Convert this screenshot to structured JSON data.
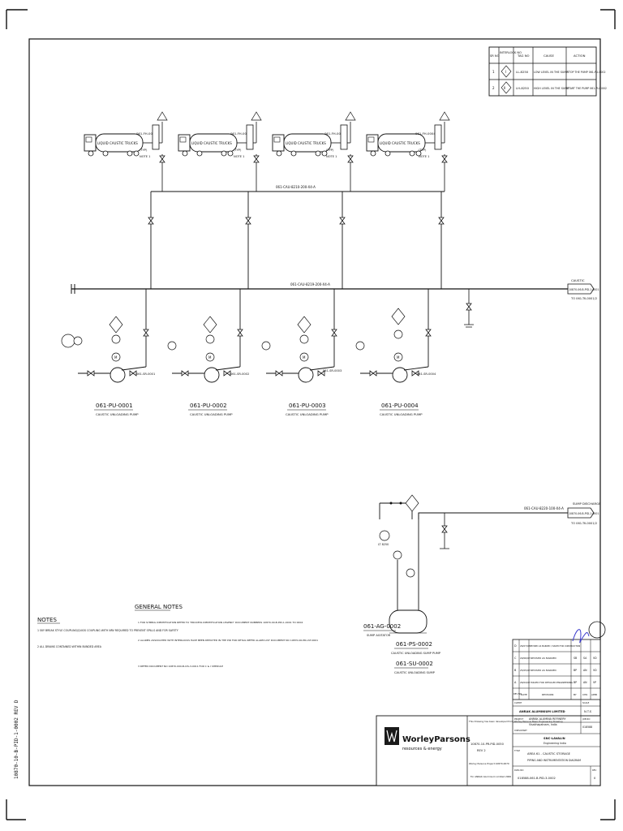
{
  "interlock_table": {
    "headers": [
      "SR NO",
      "INTERLOCK NO",
      "TAG NO",
      "CAUSE",
      "ACTION"
    ],
    "rows": [
      {
        "sr": "1",
        "interlock": "I",
        "tag": "LL-8250",
        "cause": "LOW LEVEL IN THE SUMP",
        "action": "STOP THE PUMP 061-PU-0002"
      },
      {
        "sr": "2",
        "interlock": "II",
        "tag": "LH-8250",
        "cause": "HIGH LEVEL IN THE SUMP",
        "action": "START THE PUMP 061-PU-0002"
      }
    ]
  },
  "trucks": [
    {
      "label": "LIQUID CAUSTIC TRUCKS",
      "hose_tag": "061-FH-0001",
      "typ": "(TYP)",
      "note": "NOTE 1"
    },
    {
      "label": "LIQUID CAUSTIC TRUCKS",
      "hose_tag": "061-FH-0002",
      "typ": "(TYP)",
      "note": "NOTE 1"
    },
    {
      "label": "LIQUID CAUSTIC TRUCKS",
      "hose_tag": "061-FH-0003",
      "typ": "(TYP)",
      "note": "NOTE 1"
    },
    {
      "label": "LIQUID CAUSTIC TRUCKS",
      "hose_tag": "061-FH-0004",
      "typ": "(TYP)",
      "note": "NOTE 1"
    }
  ],
  "lines": {
    "header_top": "061-CAU-8210-200-X4-A",
    "header_main": "061-CAU-8219-200-X4-A",
    "sump_line": "061-CAU-8220-100-X4-A"
  },
  "offpage": {
    "caustic_label": "CAUSTIC",
    "caustic_ref": "10870-06-B-PID-1-0001",
    "caustic_to": "TO 061-TK-0001/2",
    "sump_label": "SUMP DISCHARGE",
    "sump_ref": "10870-06-B-PID-1-0001",
    "sump_to": "TO 061-TK-0001/2"
  },
  "pumps": [
    {
      "tag": "061-PU-0001",
      "desc": "CAUSTIC UNLOADING PUMP",
      "strainer": "061-SR-0001"
    },
    {
      "tag": "061-PU-0002",
      "desc": "CAUSTIC UNLOADING PUMP",
      "strainer": "061-SR-0002"
    },
    {
      "tag": "061-PU-0003",
      "desc": "CAUSTIC UNLOADING PUMP",
      "strainer": "061-SR-0003"
    },
    {
      "tag": "061-PU-0004",
      "desc": "CAUSTIC UNLOADING PUMP",
      "strainer": "061-SR-0004"
    }
  ],
  "sump": {
    "agitator_tag": "061-AG-0002",
    "agitator_desc": "SUMP AGITATOR",
    "pump_tag": "061-PS-0002",
    "pump_desc": "CAUSTIC UNLOADING SUMP PUMP",
    "sump_tag": "061-SU-0002",
    "sump_desc": "CAUSTIC UNLOADING SUMP",
    "level_tag": "LT 8250"
  },
  "notes": {
    "title": "NOTES",
    "items": [
      "1  SKY BREAK STYLE COUPLING/QUICK COUPLING WITH NRV REQUIRED TO PREVENT SPILLS AND FOR SAFETY",
      "2  ALL DRAINS CONTAINED WITHIN BUNDED AREA"
    ]
  },
  "general_notes": {
    "title": "GENERAL NOTES",
    "items": [
      "1  FOR SYMBOL IDENTIFICATION REFER TO \"PROCESS IDENTIFICATION LEGEND\" DOCUMENT NUMBERS 10870-00-B-PID-1-0001 TO 0004",
      "2  ALARMS ASSOCIATED WITH INTERLOCKS HAVE BEEN DEPICTED IN THE PID FOR DETAIL REFER ALARM LIST DOCUMENT NO 10870-00-PR-LST-0001",
      "3  REFER DOCUMENT NO 10870-000-B-CIS-3-0011 FOR C & I SHEDULE"
    ]
  },
  "revisions": [
    {
      "rev": "D",
      "date": "26/07/07",
      "desc": "REVISED AS MARKED / ISSUED FOR CONSTRUCTION",
      "by": "",
      "chk": "",
      "app": ""
    },
    {
      "rev": "C",
      "date": "29/06/07",
      "desc": "REVISED AS MARKED",
      "by": "SB",
      "chk": "SA",
      "app": "VD"
    },
    {
      "rev": "B",
      "date": "25/05/07",
      "desc": "REVISED AS MARKED",
      "by": "BP",
      "chk": "AN",
      "app": "VD"
    },
    {
      "rev": "A",
      "date": "26/04/07",
      "desc": "ISSUED FOR DETAILED ENGINEERING",
      "by": "BP",
      "chk": "AN",
      "app": "VP"
    }
  ],
  "rev_header": {
    "rev": "REV NO",
    "date": "DATE",
    "desc": "REVISION",
    "by": "BY",
    "chk": "CHK",
    "app": "APPR"
  },
  "title_block": {
    "company": "WorleyParsons",
    "tagline": "resources & energy",
    "developed_note": "This Drawing has been developed from Worley Parsons Basic Engineering Drawing",
    "doc_ref": "10870-10-PR-PID-0050",
    "doc_rev": "REV 2",
    "wp_project": "Worley Parsons Project 10870-0070",
    "for_client": "For ANRAK Aluminium Limited 2006",
    "client_label": "CLIENT",
    "client": "ANRAK ALUMINIUM LIMITED",
    "project_label": "PROJECT",
    "project": "ANRAK ALUMINA REFINERY",
    "project_loc": "Visakhapatnam, India",
    "job_label": "JOB NO",
    "job_no": "018588",
    "consultant_label": "CONSULTANT",
    "consultant": "SNC-LAVALIN",
    "consultant_sub": "Engineering India",
    "title_label": "TITLE",
    "title_1": "AREA 61 - CAUSTIC STORAGE",
    "title_2": "PIPING AND INSTRUMENTATION DIAGRAM",
    "scale_label": "SCALE",
    "scale": "N.T.S",
    "dwg_label": "DWG NO",
    "dwg_no": "018588-061-B-PID-3-0002",
    "rev_label": "REV",
    "rev": "0"
  },
  "side_strip": "10870-10-B-PID-1-0002 REV D"
}
